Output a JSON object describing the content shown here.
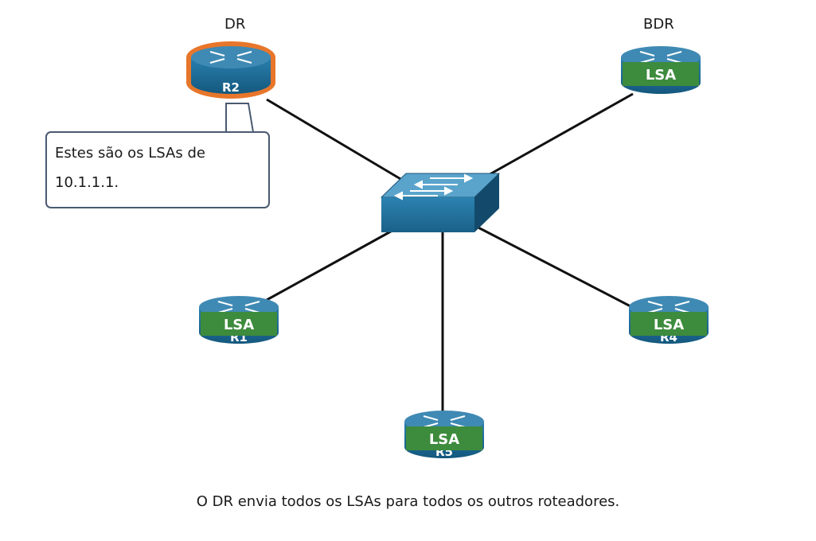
{
  "labels": {
    "dr": "DR",
    "bdr": "BDR"
  },
  "routers": [
    {
      "id": "r2",
      "name": "R2",
      "lsa": ""
    },
    {
      "id": "bdr",
      "name": "",
      "lsa": "LSA"
    },
    {
      "id": "r1",
      "name": "R1",
      "lsa": "LSA"
    },
    {
      "id": "r4",
      "name": "R4",
      "lsa": "LSA"
    },
    {
      "id": "r5",
      "name": "R5",
      "lsa": "LSA"
    }
  ],
  "callout": {
    "text": "Estes são os LSAs de 10.1.1.1."
  },
  "caption": "O DR envia todos os LSAs para todos os outros roteadores.",
  "colors": {
    "router_top": "#3f8ab4",
    "router_body": "#1f6f9b",
    "dr_highlight": "#e8762a",
    "lsa_green": "#3d8b3d",
    "link": "#111111",
    "callout_border": "#4a5a72"
  }
}
